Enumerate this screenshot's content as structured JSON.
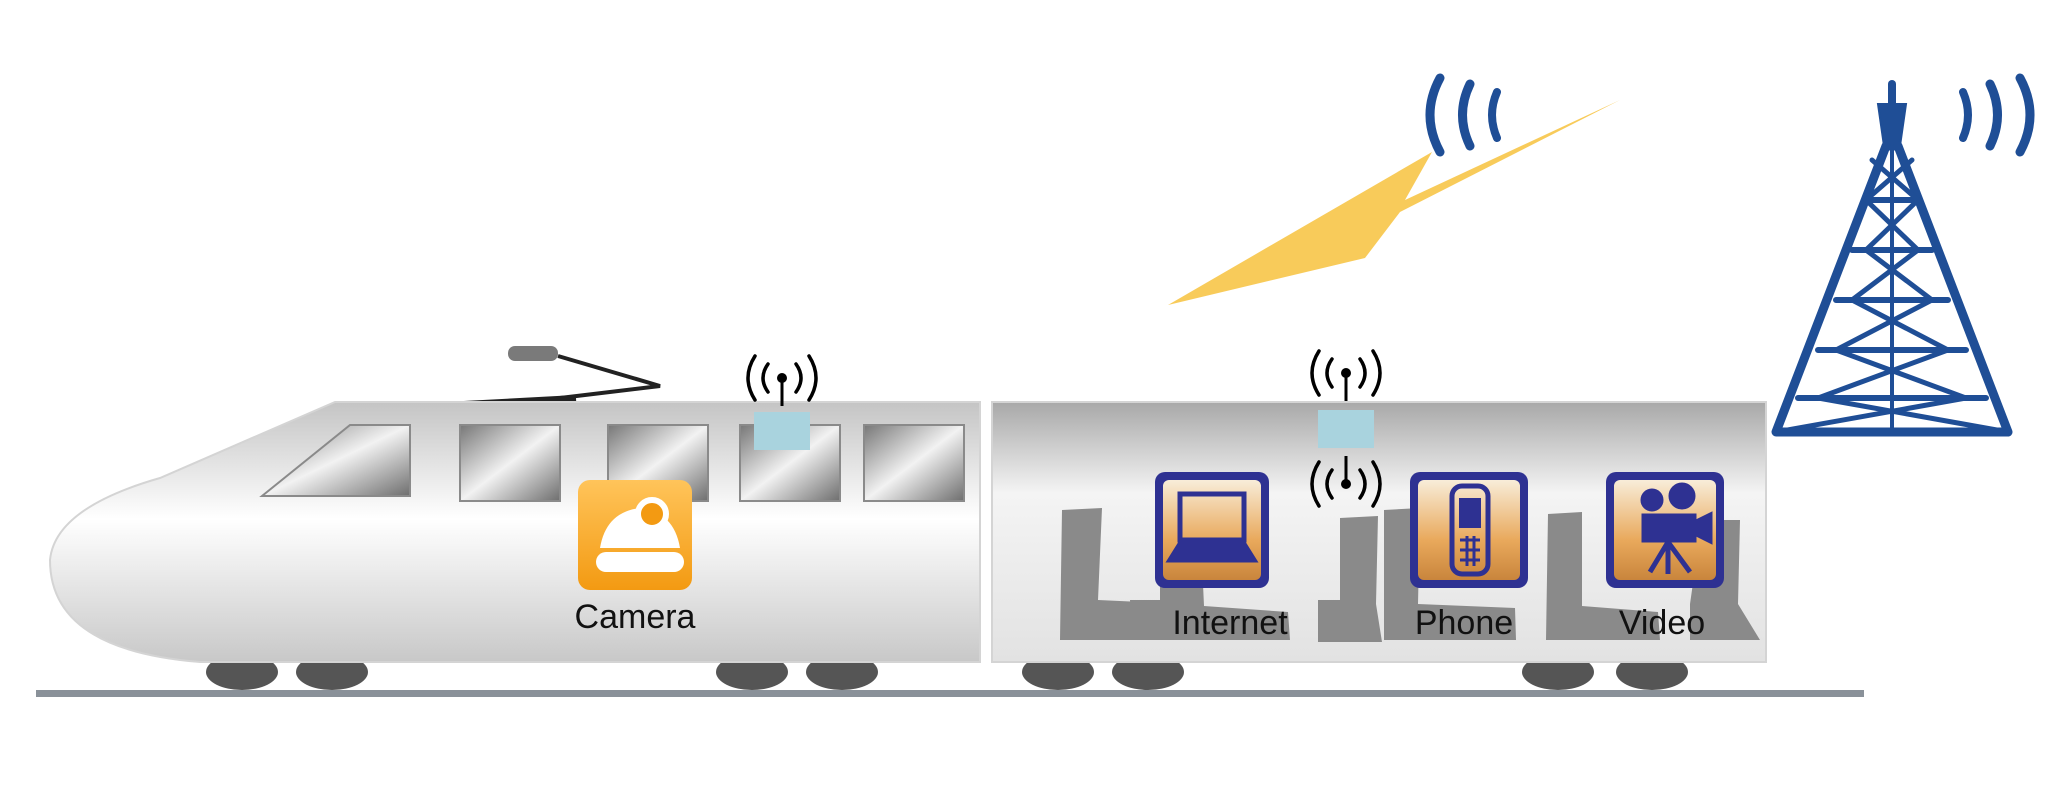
{
  "labels": {
    "camera": "Camera",
    "internet": "Internet",
    "phone": "Phone",
    "video": "Video"
  },
  "icons": {
    "camera": "dome-camera-icon",
    "internet": "laptop-icon",
    "phone": "mobile-phone-icon",
    "video": "movie-camera-icon",
    "antenna": "wifi-antenna-icon",
    "tower": "cell-tower-icon",
    "signal": "lightning-bolt-icon"
  },
  "colors": {
    "camera_tile": "#f5a623",
    "service_tile": "#2e3192",
    "tower": "#1f4e96",
    "bolt": "#f7c548",
    "rail": "#8a9199",
    "antenna_box": "#a9d3de"
  }
}
